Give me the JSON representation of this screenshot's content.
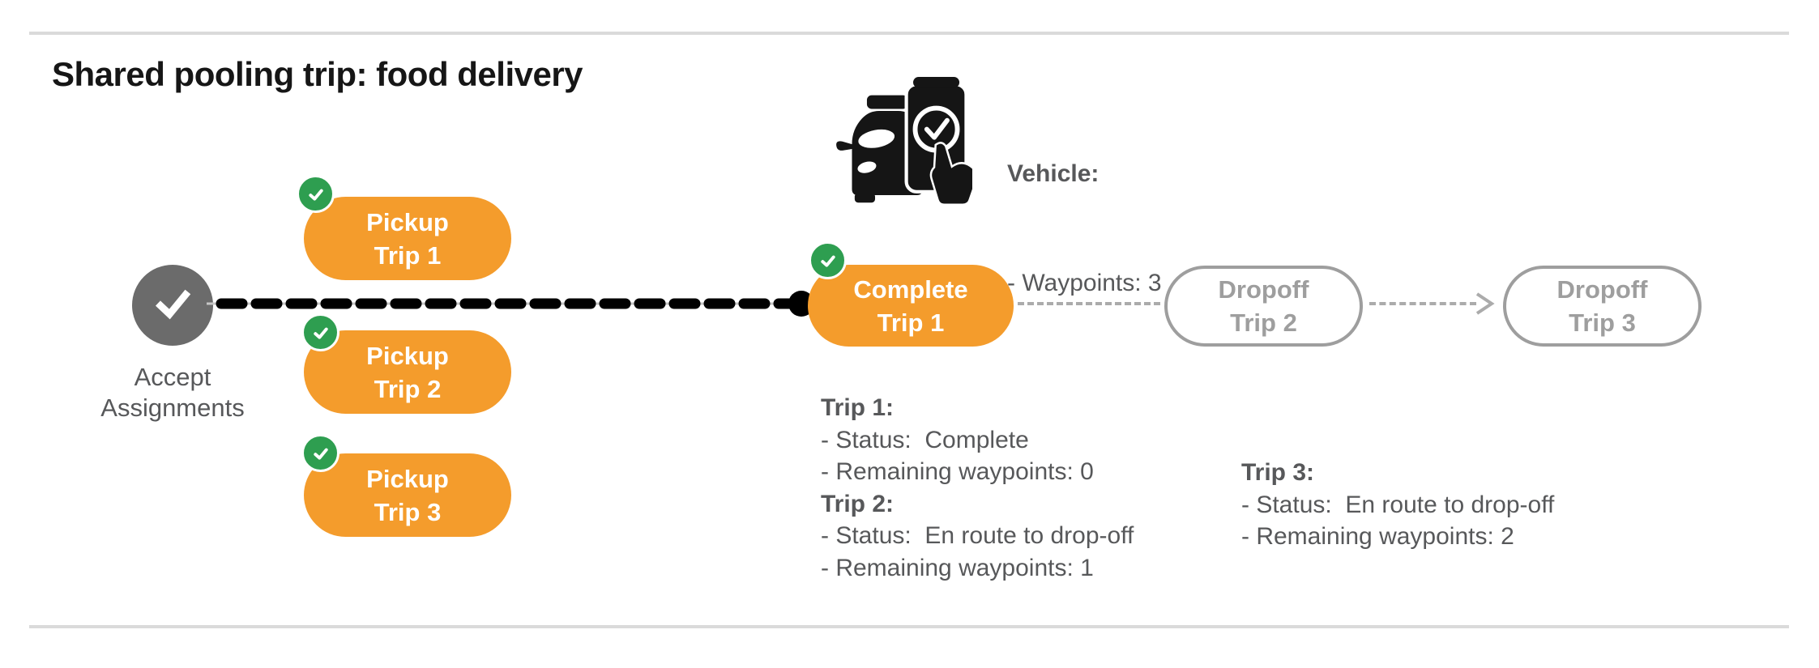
{
  "title": "Shared pooling trip: food delivery",
  "colors": {
    "orange": "#F49C2C",
    "green": "#2E9E50",
    "node_gray": "#6B6B6B",
    "text_gray": "#57585A",
    "outline_gray": "#9E9E9E",
    "divider_gray": "#DADADA",
    "connector_gray": "#ABABAB"
  },
  "vehicle": {
    "icon": "car-phone-check-icon",
    "label": "Vehicle:",
    "waypoints": "- Waypoints: 3"
  },
  "flow": {
    "start": {
      "icon": "check-icon",
      "label_line1": "Accept",
      "label_line2": "Assignments"
    },
    "pickups": [
      {
        "line1": "Pickup",
        "line2": "Trip 1"
      },
      {
        "line1": "Pickup",
        "line2": "Trip 2"
      },
      {
        "line1": "Pickup",
        "line2": "Trip 3"
      }
    ],
    "complete": {
      "line1": "Complete",
      "line2": "Trip 1"
    },
    "dropoffs": [
      {
        "line1": "Dropoff",
        "line2": "Trip 2"
      },
      {
        "line1": "Dropoff",
        "line2": "Trip 3"
      }
    ]
  },
  "trips": {
    "left_block": {
      "entries": [
        {
          "header": "Trip 1:",
          "status": "- Status:  Complete",
          "waypoints": "- Remaining waypoints: 0"
        },
        {
          "header": "Trip 2:",
          "status": "- Status:  En route to drop-off",
          "waypoints": "- Remaining waypoints: 1"
        }
      ]
    },
    "right_block": {
      "entries": [
        {
          "header": "Trip 3:",
          "status": "- Status:  En route to drop-off",
          "waypoints": "- Remaining waypoints: 2"
        }
      ]
    }
  }
}
